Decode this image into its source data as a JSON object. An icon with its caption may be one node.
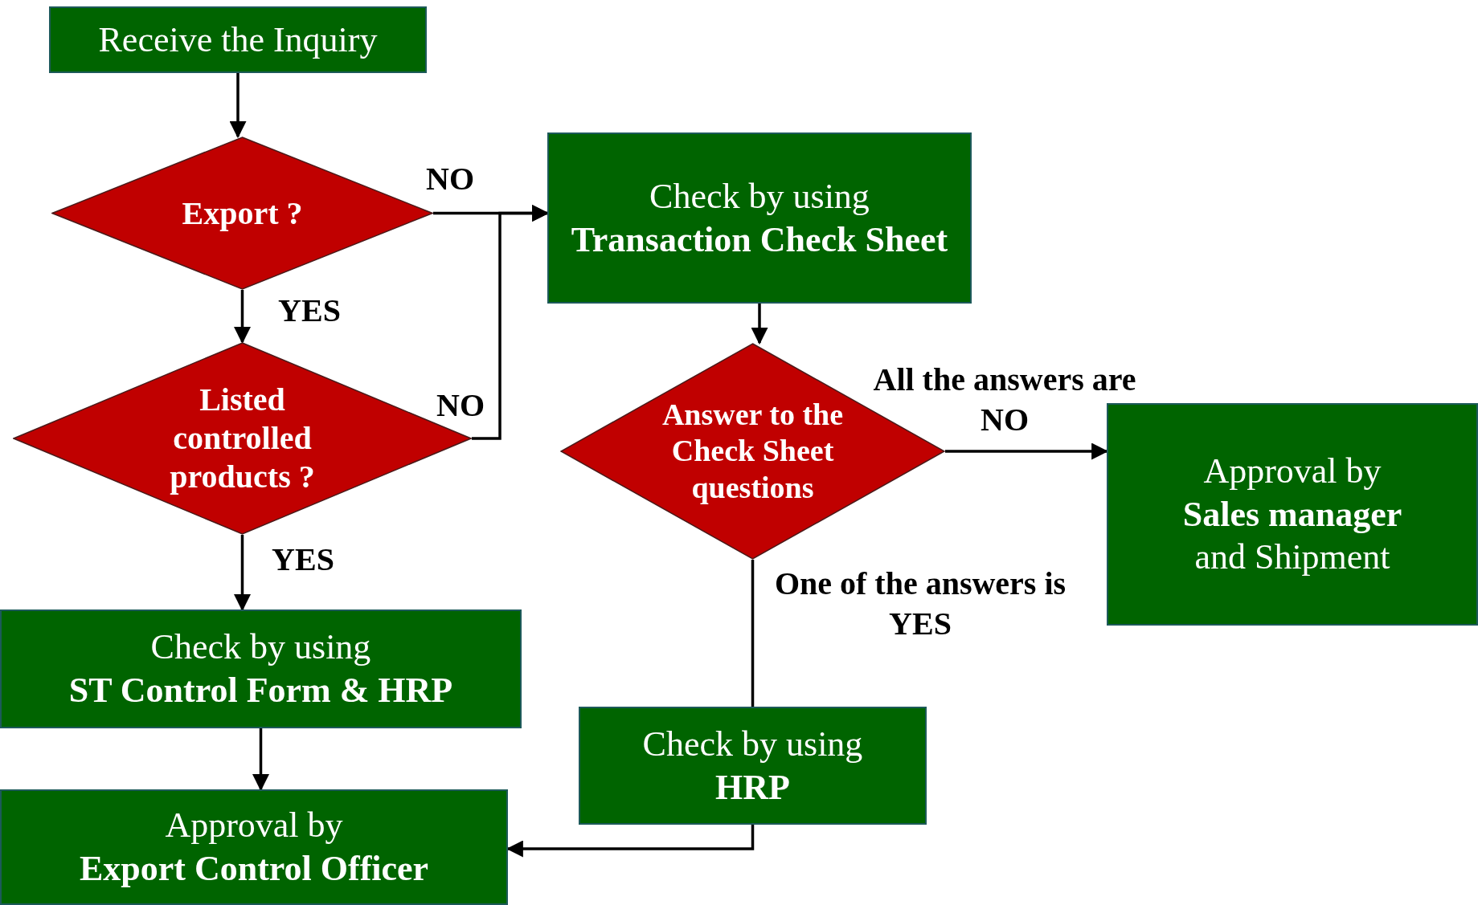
{
  "diagram": {
    "nodes": [
      {
        "text": [
          "Receive the Inquiry"
        ]
      },
      {
        "text": [
          "Export ?"
        ]
      },
      {
        "text": [
          "Listed controlled products ?"
        ]
      },
      {
        "text": [
          "Check by using **Transaction Check Sheet**"
        ]
      },
      {
        "text": [
          "Answer to the Check Sheet questions"
        ]
      },
      {
        "text": [
          "Approval by **Sales manager** and Shipment"
        ]
      },
      {
        "text": [
          "Check by using **ST Control Form & HRP**"
        ]
      },
      {
        "text": [
          "Check by using **HRP**"
        ]
      },
      {
        "text": [
          "Approval by **Export Control Officer**"
        ]
      }
    ],
    "edges": [
      {
        "from": 0,
        "to": 1,
        "arrow": "to"
      },
      {
        "from": 1,
        "to": 3,
        "arrow": "to",
        "label": "NO"
      },
      {
        "from": 1,
        "to": 2,
        "arrow": "to",
        "label": "YES"
      },
      {
        "from": 2,
        "to": 3,
        "arrow": "to",
        "label": "NO"
      },
      {
        "from": 2,
        "to": 6,
        "arrow": "to",
        "label": "YES"
      },
      {
        "from": 6,
        "to": 8,
        "arrow": "to"
      },
      {
        "from": 3,
        "to": 4,
        "arrow": "to"
      },
      {
        "from": 4,
        "to": 5,
        "arrow": "to",
        "label": "All the answers are NO"
      },
      {
        "from": 4,
        "to": 7,
        "arrow": "none",
        "label": "One of the answers is YES"
      },
      {
        "from": 7,
        "to": 8,
        "arrow": "to"
      }
    ]
  }
}
